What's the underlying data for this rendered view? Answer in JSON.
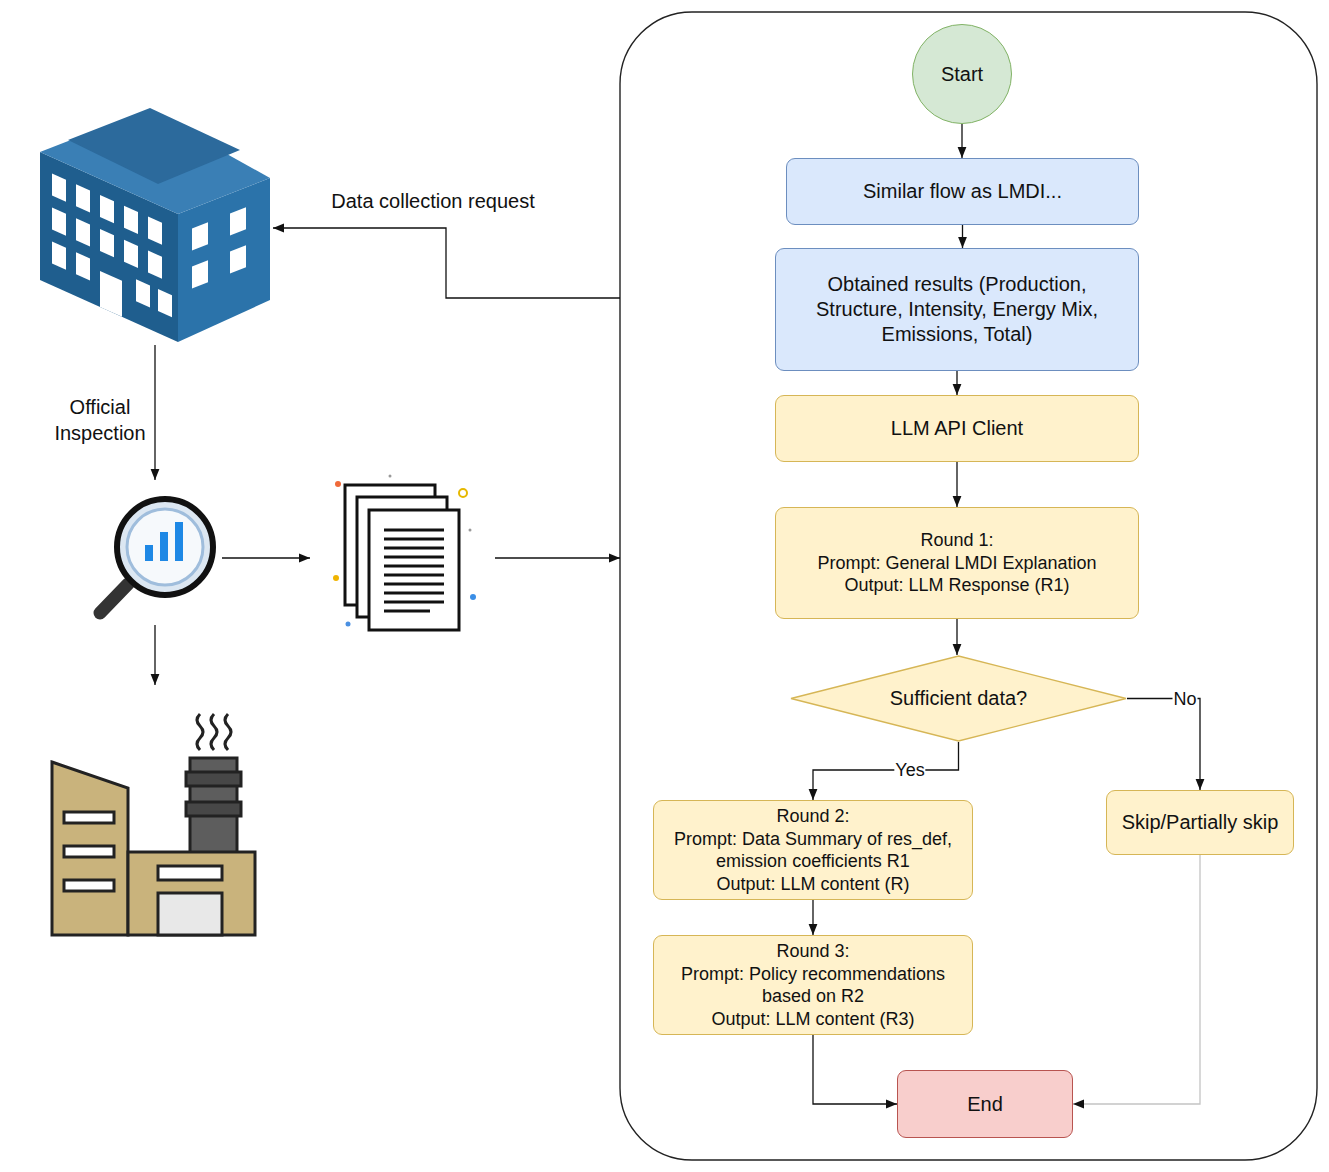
{
  "diagram": {
    "nodes": [
      {
        "text": [
          "Start"
        ]
      },
      {
        "text": [
          "Similar flow as LMDI..."
        ]
      },
      {
        "text": [
          "Obtained results (Production, Structure, Intensity, Energy Mix, Emissions, Total)"
        ]
      },
      {
        "text": [
          "LLM API Client"
        ]
      },
      {
        "text": [
          "Round 1:",
          "Prompt: General LMDI Explanation",
          "Output: LLM Response (R1)"
        ]
      },
      {
        "text": [
          "Sufficient data?"
        ]
      },
      {
        "text": [
          "Round 2:",
          "Prompt: Data Summary of res_def, emission coefficients R1",
          "Output: LLM content (R)"
        ]
      },
      {
        "text": [
          "Skip/Partially skip"
        ]
      },
      {
        "text": [
          "Round 3:",
          "Prompt: Policy recommendations based on R2",
          "Output: LLM content (R3)"
        ]
      },
      {
        "text": [
          "End"
        ]
      }
    ],
    "edges": [
      {
        "from": 0,
        "to": 1,
        "arrow": "to"
      },
      {
        "from": 1,
        "to": 2,
        "arrow": "to"
      },
      {
        "from": 2,
        "to": 3,
        "arrow": "to"
      },
      {
        "from": 3,
        "to": 4,
        "arrow": "to"
      },
      {
        "from": 4,
        "to": 5,
        "arrow": "to"
      },
      {
        "from": 5,
        "to": 6,
        "label": "Yes",
        "arrow": "to"
      },
      {
        "from": 5,
        "to": 7,
        "label": "No",
        "arrow": "to"
      },
      {
        "from": 6,
        "to": 8,
        "arrow": "to"
      },
      {
        "from": 8,
        "to": 9,
        "arrow": "to"
      },
      {
        "from": 7,
        "to": 9,
        "arrow": "to"
      }
    ],
    "labels": [
      "Data collection request",
      "Official Inspection"
    ]
  }
}
